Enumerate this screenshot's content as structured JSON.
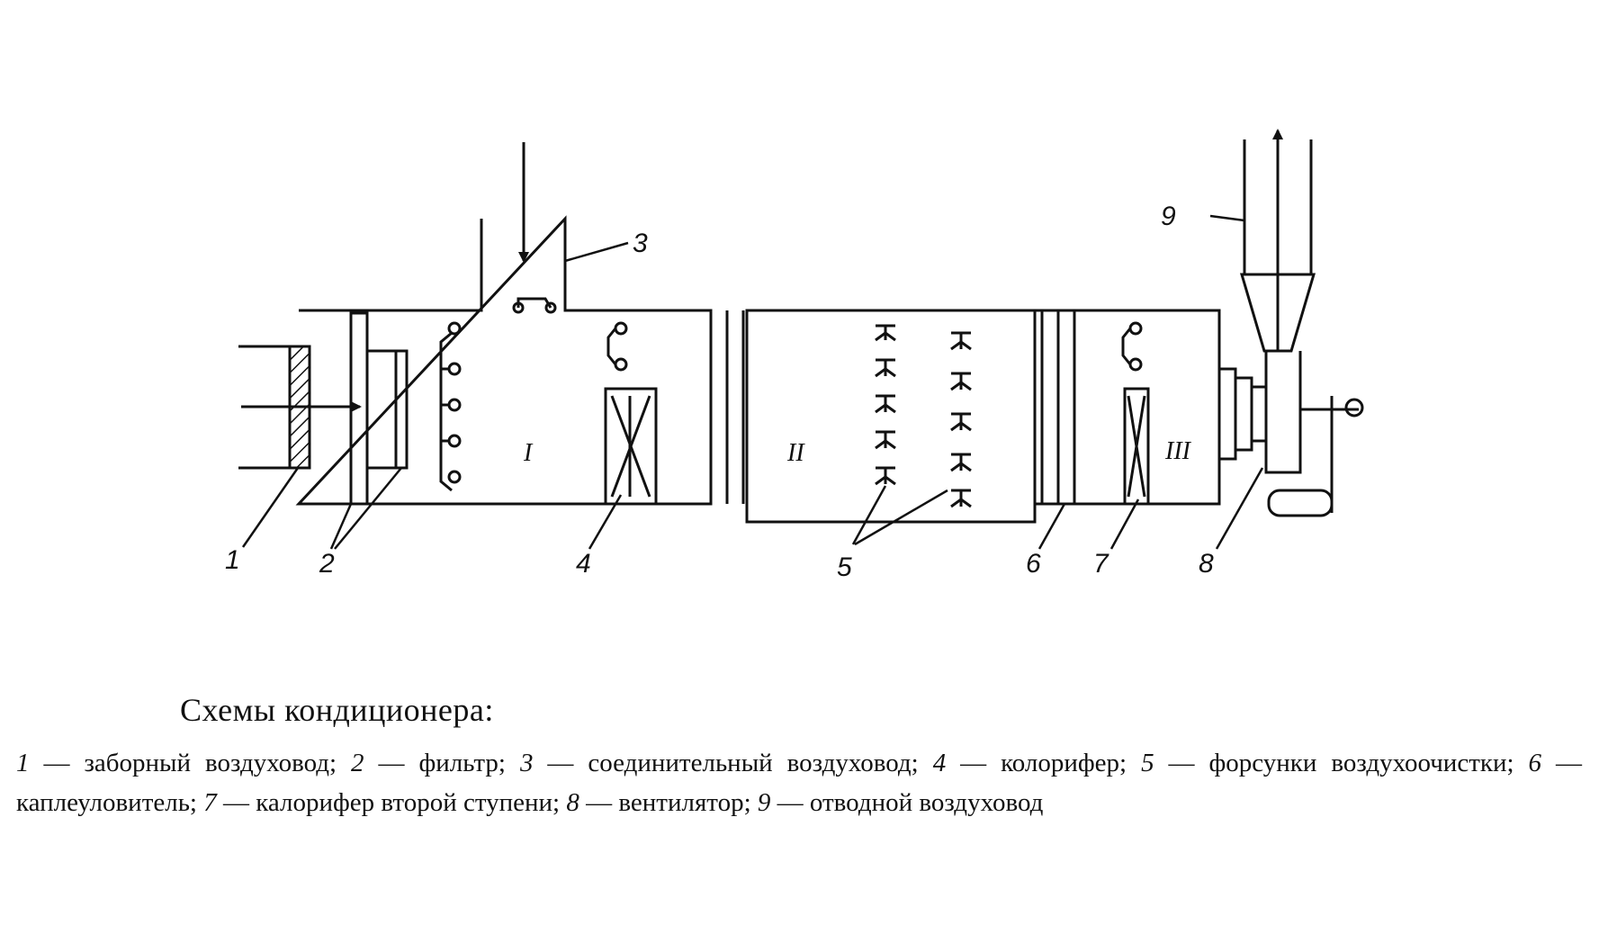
{
  "diagram": {
    "callouts": [
      "1",
      "2",
      "3",
      "4",
      "5",
      "6",
      "7",
      "8",
      "9"
    ],
    "sections": [
      "I",
      "II",
      "III"
    ]
  },
  "caption": {
    "title": "Схемы кондиционера:",
    "legend": [
      {
        "num": "1",
        "text": " — заборный воздуховод; "
      },
      {
        "num": "2",
        "text": " — фильтр; "
      },
      {
        "num": "3",
        "text": " — соединительный воздуховод; "
      },
      {
        "num": "4",
        "text": " — колорифер; "
      },
      {
        "num": "5",
        "text": " — форсунки воздухоочистки; "
      },
      {
        "num": "6",
        "text": " — каплеуловитель; "
      },
      {
        "num": "7",
        "text": " — калорифер второй ступени; "
      },
      {
        "num": "8",
        "text": " — вентилятор; "
      },
      {
        "num": "9",
        "text": " — отводной воздуховод"
      }
    ]
  }
}
